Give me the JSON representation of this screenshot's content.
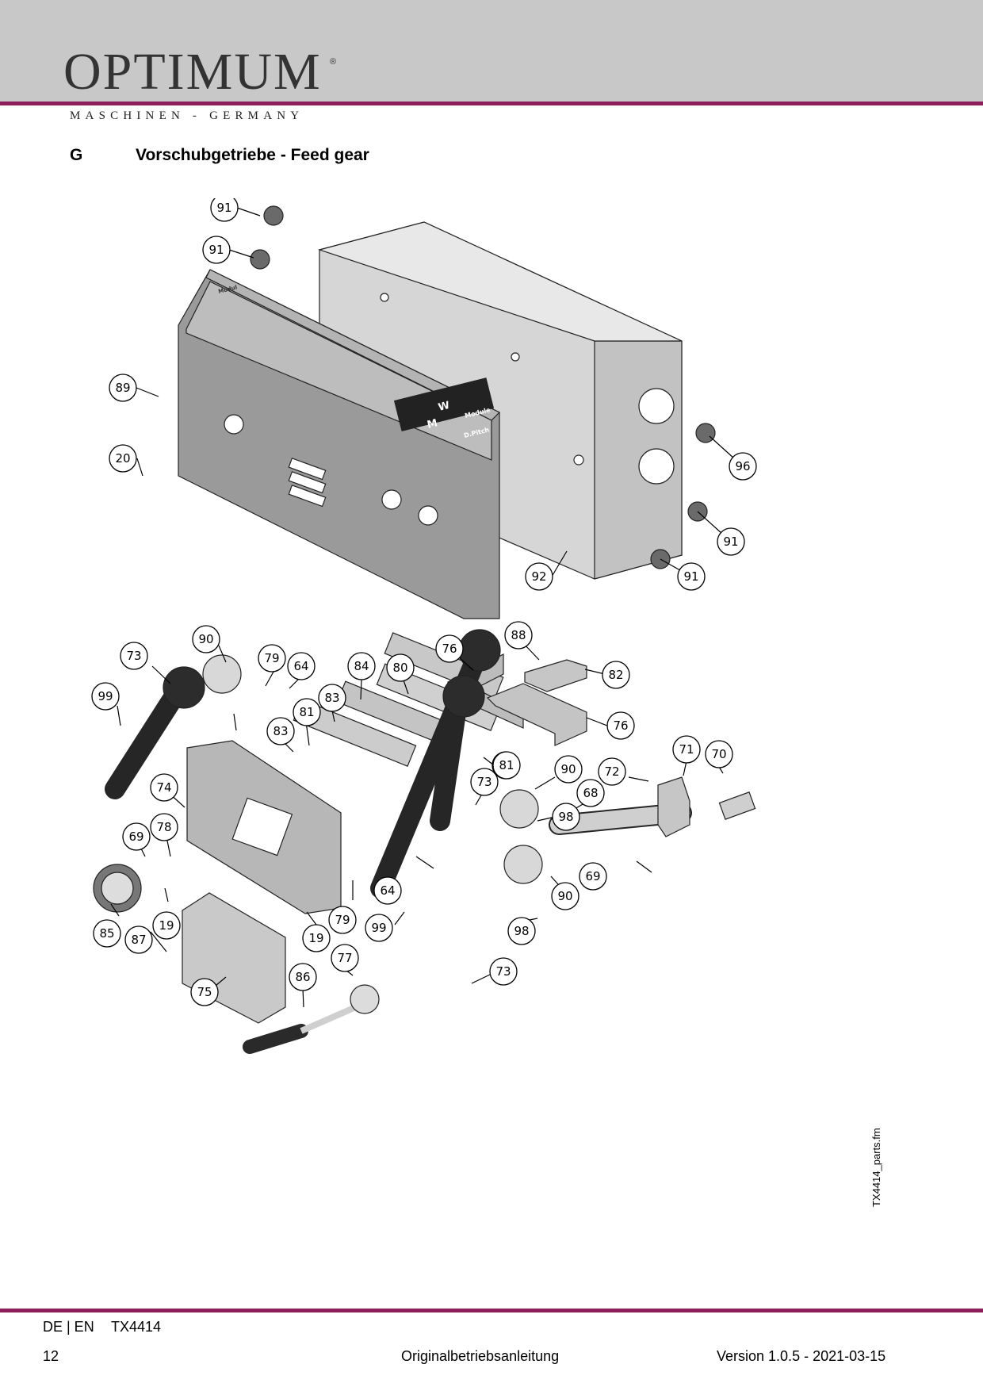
{
  "header": {
    "logo": "OPTIMUM",
    "registered": "®",
    "tagline": "MASCHINEN - GERMANY",
    "brand_color": "#8c1f5a"
  },
  "section": {
    "letter": "G",
    "title": "Vorschubgetriebe - Feed gear"
  },
  "figure": {
    "panel_labels": [
      "Modul",
      "W",
      "M",
      "Module",
      "D.Pitch"
    ],
    "callouts": [
      "91",
      "91",
      "89",
      "20",
      "96",
      "91",
      "92",
      "91",
      "73",
      "90",
      "79",
      "64",
      "84",
      "80",
      "76",
      "88",
      "82",
      "99",
      "83",
      "81",
      "98",
      "83",
      "76",
      "81",
      "71",
      "70",
      "72",
      "73",
      "90",
      "74",
      "68",
      "78",
      "69",
      "98",
      "64",
      "69",
      "90",
      "85",
      "19",
      "79",
      "99",
      "98",
      "87",
      "19",
      "77",
      "73",
      "86",
      "75"
    ]
  },
  "file_label": "TX4414_parts.fm",
  "footer": {
    "lang": "DE | EN",
    "model": "TX4414",
    "page": "12",
    "doc_title": "Originalbetriebsanleitung",
    "version": "Version 1.0.5 - 2021-03-15"
  }
}
